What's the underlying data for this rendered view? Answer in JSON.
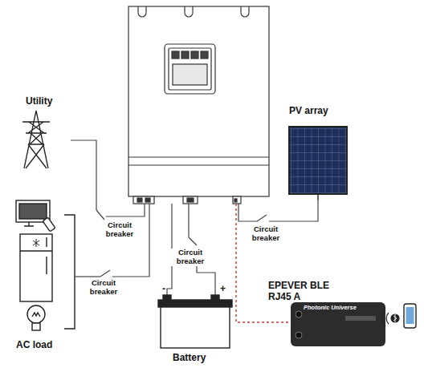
{
  "diagram": {
    "nodes": [
      {
        "text": [
          "Utility"
        ]
      },
      {
        "text": [
          "PV array"
        ]
      },
      {
        "text": [
          "AC load"
        ]
      },
      {
        "text": [
          "Battery"
        ]
      },
      {
        "text": [
          "EPEVER BLE RJ45 A",
          "Photonic Universe"
        ]
      }
    ],
    "labels": [
      "Circuit breaker",
      "Circuit breaker",
      "Circuit breaker",
      "Circuit breaker",
      "-",
      "+"
    ]
  }
}
